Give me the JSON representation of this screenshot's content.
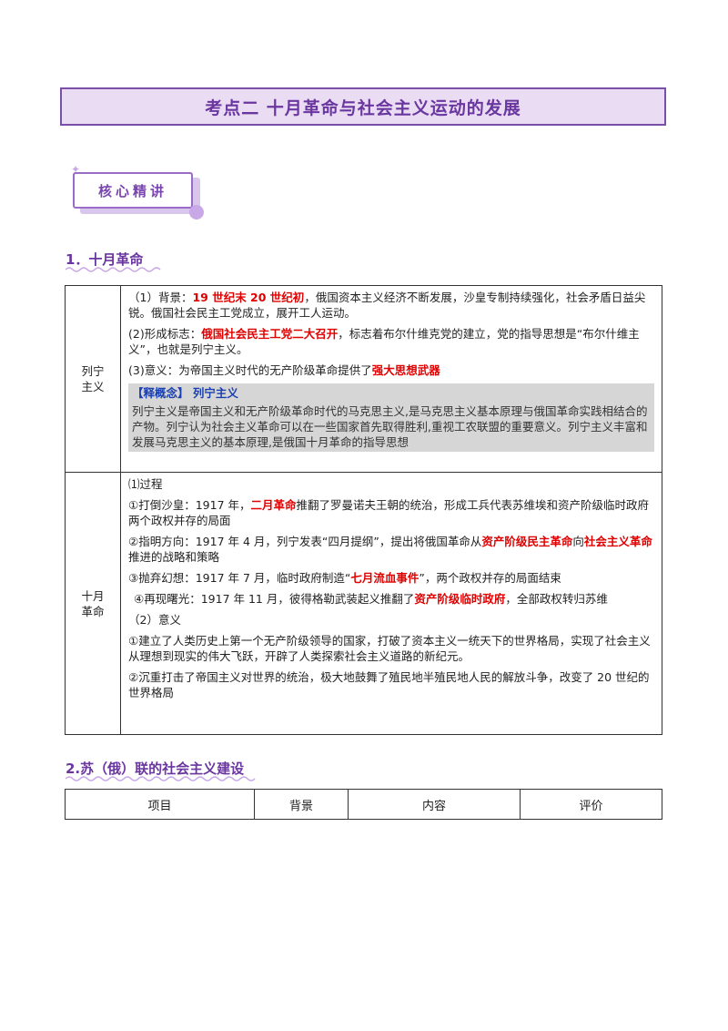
{
  "title": "考点二  十月革命与社会主义运动的发展",
  "badge_label": "核心精讲",
  "section1_heading": "1．十月革命",
  "section2_heading": "2.苏（俄）联的社会主义建设",
  "row1": {
    "label_line1": "列宁",
    "label_line2": "主义",
    "p1_prefix": "（1）背景：",
    "p1_red": "19 世纪末 20 世纪初",
    "p1_suffix": "，俄国资本主义经济不断发展，沙皇专制持续强化，社会矛盾日益尖锐。俄国社会民主工党成立，展开工人运动。",
    "p2_prefix": "(2)形成标志：",
    "p2_red": "俄国社会民主工党二大召开",
    "p2_suffix": "，标志着布尔什维克党的建立，党的指导思想是“布尔什维主义”，也就是列宁主义。",
    "p3_prefix": "(3)意义：为帝国主义时代的无产阶级革命提供了",
    "p3_red": "强大思想武器",
    "concept_title": "【释概念】   列宁主义",
    "concept_text": "列宁主义是帝国主义和无产阶级革命时代的马克思主义,是马克思主义基本原理与俄国革命实践相结合的产物。列宁认为社会主义革命可以在一些国家首先取得胜利,重视工农联盟的重要意义。列宁主义丰富和发展马克思主义的基本原理,是俄国十月革命的指导思想"
  },
  "row2": {
    "label_line1": "十月",
    "label_line2": "革命",
    "h1": "⑴过程",
    "i1_prefix": "①打倒沙皇：1917 年，",
    "i1_red": "二月革命",
    "i1_suffix": "推翻了罗曼诺夫王朝的统治，形成工兵代表苏维埃和资产阶级临时政府两个政权并存的局面",
    "i2_prefix": "②指明方向：1917 年 4 月，列宁发表“四月提纲”，提出将俄国革命从",
    "i2_red1": "资产阶级民主革命",
    "i2_mid": "向",
    "i2_red2": "社会主义革命",
    "i2_suffix": "推进的战略和策略",
    "i3_prefix": "③抛弃幻想：1917 年 7 月，临时政府制造“",
    "i3_red": "七月流血事件",
    "i3_suffix": "”，两个政权并存的局面结束",
    "i4_prefix": "④再现曙光：1917 年 11 月，彼得格勒武装起义推翻了",
    "i4_red": "资产阶级临时政府",
    "i4_suffix": "，全部政权转归苏维",
    "h2": "（2）意义",
    "s1": "①建立了人类历史上第一个无产阶级领导的国家，打破了资本主义一统天下的世界格局，实现了社会主义从理想到现实的伟大飞跃，开辟了人类探索社会主义道路的新纪元。",
    "s2": "②沉重打击了帝国主义对世界的统治，极大地鼓舞了殖民地半殖民地人民的解放斗争，改变了 20 世纪的世界格局"
  },
  "table2_headers": [
    "项目",
    "背景",
    "内容",
    "评价"
  ],
  "colors": {
    "accent": "#6a36a0",
    "highlight_red": "#e00000",
    "concept_blue": "#1a3fb0"
  }
}
